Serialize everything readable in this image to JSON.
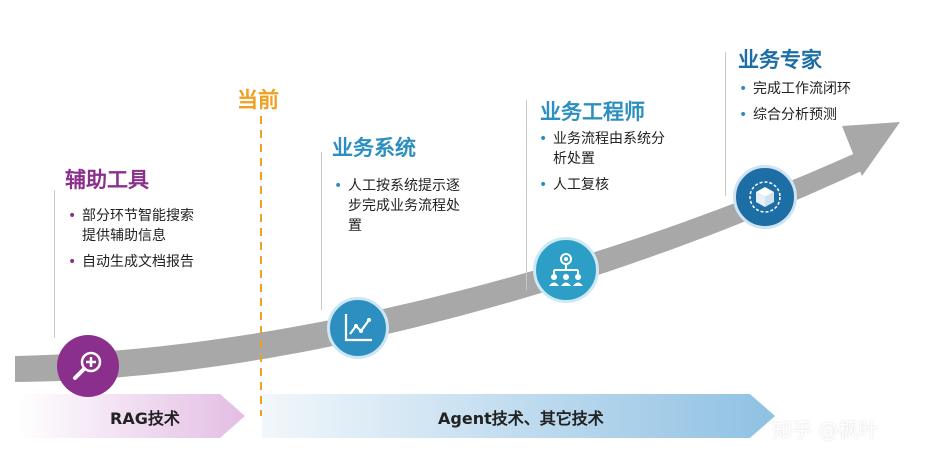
{
  "current_label": "当前",
  "stages": [
    {
      "title": "辅助工具",
      "icon": "magnifier-plus-icon",
      "bullets": [
        "部分环节智能搜索提供辅助信息",
        "自动生成文档报告"
      ]
    },
    {
      "title": "业务系统",
      "icon": "line-chart-icon",
      "bullets": [
        "人工按系统提示逐步完成业务流程处置"
      ]
    },
    {
      "title": "业务工程师",
      "icon": "org-network-icon",
      "bullets": [
        "业务流程由系统分析处置",
        "人工复核"
      ]
    },
    {
      "title": "业务专家",
      "icon": "cube-box-icon",
      "bullets": [
        "完成工作流闭环",
        "综合分析预测"
      ]
    }
  ],
  "bands": {
    "left_label": "RAG技术",
    "right_label": "Agent技术、其它技术"
  },
  "watermark": "知乎 @枫叶",
  "colors": {
    "purple": "#8a2f8c",
    "blue": "#2d8fbf",
    "dark_blue": "#1e6ea6",
    "orange": "#f0a020",
    "curve_gray": "#a8a8a8"
  }
}
